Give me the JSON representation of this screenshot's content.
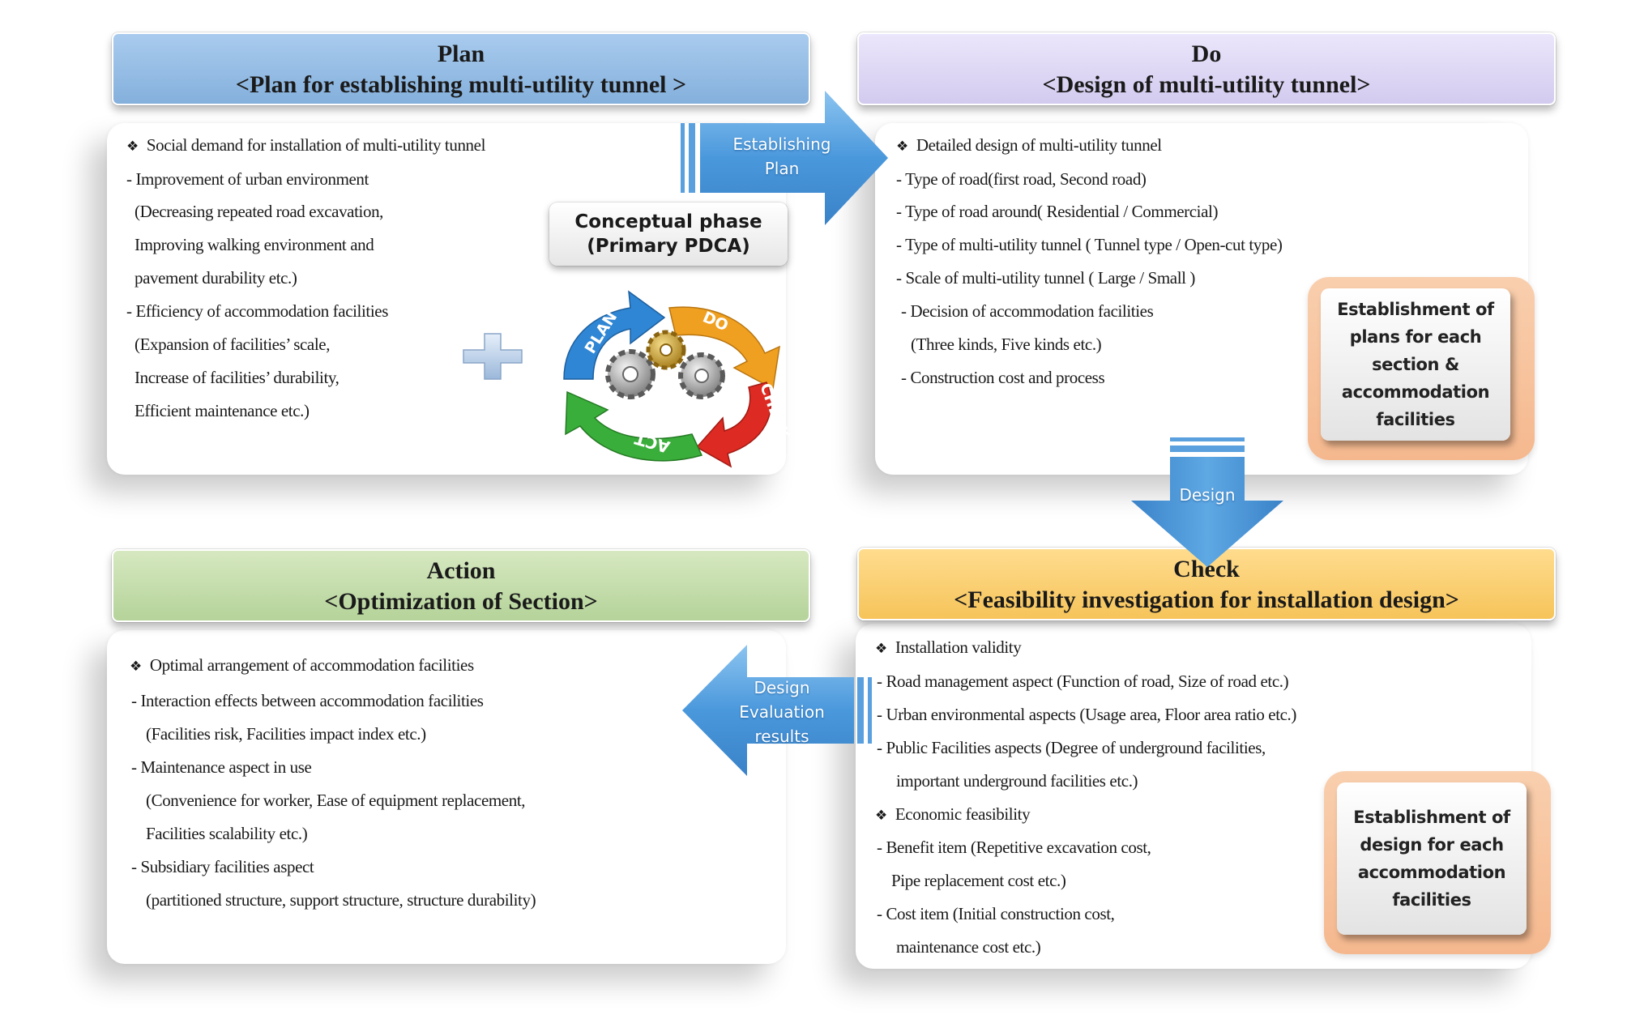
{
  "plan": {
    "title": "Plan",
    "subtitle": "<Plan for establishing multi-utility  tunnel >",
    "lines": [
      "Social demand for installation of multi-utility tunnel",
      "- Improvement of urban environment",
      "(Decreasing repeated road excavation,",
      "Improving walking environment and",
      "pavement durability etc.)",
      "- Efficiency of accommodation facilities",
      "(Expansion of facilities’ scale,",
      "Increase of facilities’ durability,",
      "Efficient maintenance etc.)"
    ]
  },
  "do": {
    "title": "Do",
    "subtitle": "<Design of multi-utility  tunnel>",
    "lines": [
      "Detailed design of multi-utility tunnel",
      "-  Type of road(first road, Second road)",
      "-  Type of road around( Residential / Commercial)",
      "-  Type of multi-utility tunnel ( Tunnel type / Open-cut type)",
      "-  Scale of multi-utility tunnel ( Large  / Small )",
      "- Decision of accommodation facilities",
      "(Three kinds, Five kinds etc.)",
      "- Construction cost and process"
    ],
    "callout": "Establishment of plans for each section & accommodation facilities"
  },
  "action": {
    "title": "Action",
    "subtitle": "<Optimization of Section>",
    "lines": [
      "Optimal arrangement of accommodation facilities",
      "- Interaction effects between accommodation facilities",
      "(Facilities risk, Facilities impact index etc.)",
      "- Maintenance aspect in use",
      "(Convenience for worker, Ease of equipment replacement,",
      "Facilities scalability etc.)",
      "- Subsidiary facilities aspect",
      "(partitioned structure, support structure, structure durability)"
    ]
  },
  "check": {
    "title": "Check",
    "subtitle": "<Feasibility investigation for installation design>",
    "lines": [
      "Installation validity",
      "-  Road management aspect (Function of road, Size of road etc.)",
      "-  Urban environmental aspects (Usage area, Floor area ratio etc.)",
      "-  Public  Facilities aspects (Degree of underground facilities,",
      "important underground facilities etc.)",
      "Economic  feasibility",
      "-  Benefit item (Repetitive excavation cost,",
      "Pipe replacement cost etc.)",
      "-  Cost item (Initial construction cost,",
      "maintenance cost etc.)"
    ],
    "callout": "Establishment of design for each accommodation facilities"
  },
  "concept": {
    "line1": "Conceptual  phase",
    "line2": "(Primary PDCA)"
  },
  "cycle": {
    "plan": "PLAN",
    "do": "DO",
    "check": "CHECK",
    "act": "ACT"
  },
  "arrows": {
    "establishing": {
      "line1": "Establishing",
      "line2": "Plan"
    },
    "design": "Design",
    "evaluation": {
      "line1": "Design",
      "line2": "Evaluation",
      "line3": "results"
    }
  },
  "colors": {
    "arrow_blue": "#3f8fd8",
    "cycle_plan": "#2f86d4",
    "cycle_do": "#f0a020",
    "cycle_check": "#dd2a22",
    "cycle_act": "#3aae3a"
  }
}
